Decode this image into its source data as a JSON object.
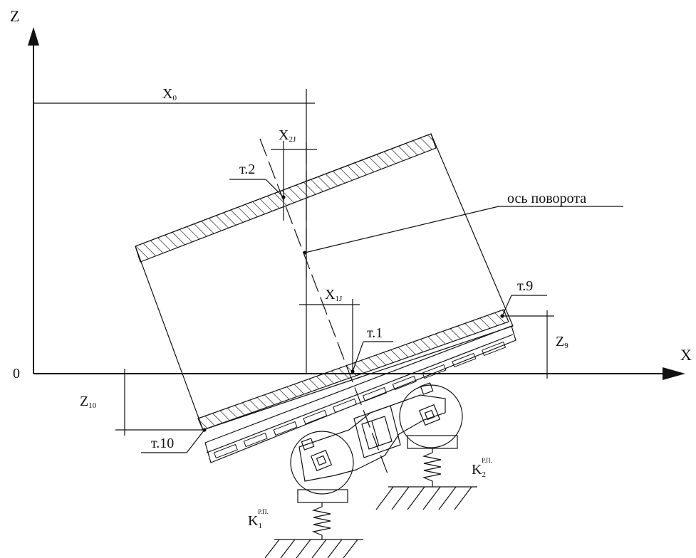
{
  "axes": {
    "z_label": "Z",
    "x_label": "X",
    "origin_label": "0"
  },
  "dimensions": {
    "x0": {
      "main": "X",
      "sub": "0"
    },
    "x2j": {
      "main": "X",
      "sub": "2J"
    },
    "x1j": {
      "main": "X",
      "sub": "1J"
    },
    "z9": {
      "main": "Z",
      "sub": "9"
    },
    "z10": {
      "main": "Z",
      "sub": "10"
    }
  },
  "points": {
    "t1": "т.1",
    "t2": "т.2",
    "t9": "т.9",
    "t10": "т.10"
  },
  "rotation_axis_label": "ось поворота",
  "springs": {
    "k1": {
      "main": "K",
      "sub": "1",
      "sup": "Р.П."
    },
    "k2": {
      "main": "K",
      "sub": "2",
      "sup": "Р.П."
    }
  },
  "colors": {
    "ink": "#111111",
    "background": "#ffffff"
  }
}
